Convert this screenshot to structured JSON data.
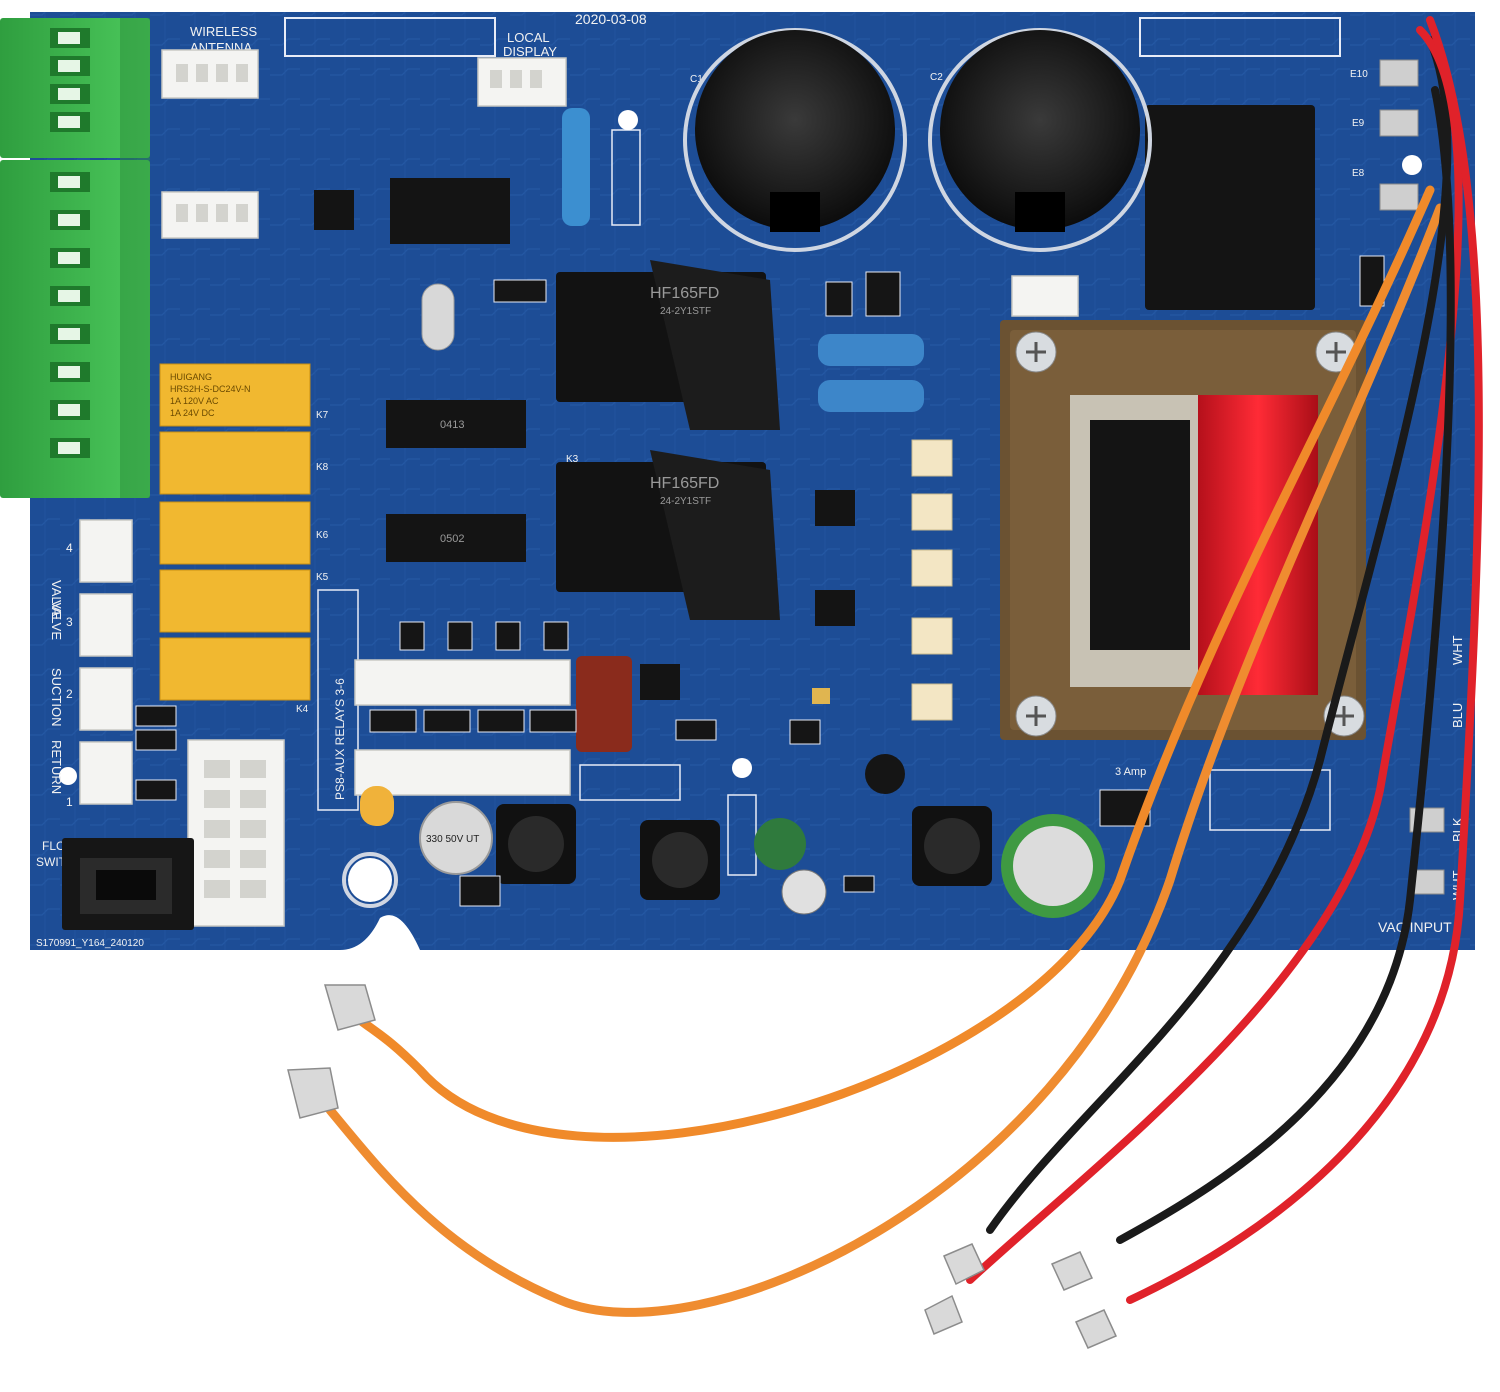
{
  "board": {
    "date_code": "2020-03-08",
    "part_number": "S170991_Y164_240120",
    "labels": {
      "wireless_antenna": [
        "WIRELESS",
        "ANTENNA"
      ],
      "local_display": [
        "LOCAL",
        "DISPLAY"
      ],
      "valve4": "VALVE",
      "valve3": "VALVE",
      "suction": "SUCTION",
      "return": "RETURN",
      "flow_switch": [
        "FLOW",
        "SWIT"
      ],
      "aux_relays": "PS8-AUX RELAYS 3-6",
      "fuse_note": "3 Amp",
      "vac_input": "VAC INPUT",
      "wire_codes": [
        "WHT",
        "BLU",
        "BLK",
        "WHT"
      ],
      "relay_marks": [
        "K7",
        "K8",
        "K6",
        "K5",
        "K4",
        "K3"
      ],
      "cap_marks": [
        "C2",
        "C1"
      ],
      "port_marks": [
        "E10",
        "E9",
        "E8"
      ],
      "connector_numbers": [
        "4",
        "3",
        "2",
        "1"
      ]
    },
    "components": {
      "small_relay_brand": "HUIGANG",
      "small_relay_spec": [
        "HRS2H-S-DC24V-N",
        "1A 120V AC",
        "1A 24V DC"
      ],
      "power_relay_model": "HF165FD",
      "power_relay_sub": "24-2Y1STF",
      "cap_marking": "330 50V UT",
      "ic_marks": [
        "0413",
        "0502"
      ]
    }
  },
  "colors": {
    "pcb_blue": "#1d4d96",
    "terminal_green": "#39b24a",
    "relay_yellow": "#f1b830",
    "wire_orange": "#f08a2a",
    "wire_red": "#e0222a",
    "wire_black": "#1a1a1a"
  }
}
